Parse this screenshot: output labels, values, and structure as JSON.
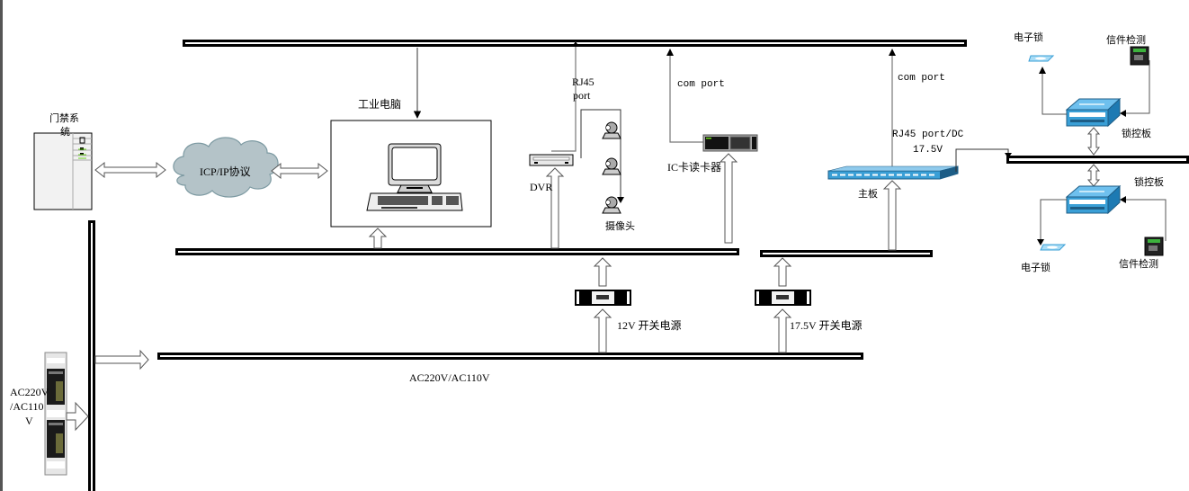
{
  "diagram": {
    "title": "门禁系统网络与供电连接示意图",
    "colors": {
      "bus": "#000000",
      "connector": "#808080",
      "cloud_fill": "#b4c3c8",
      "board_blue": "#3a9fd6",
      "board_dark": "#1d5d86"
    },
    "nodes": {
      "access_system": {
        "label": "门禁系统",
        "icon": "server-rack-icon"
      },
      "cloud": {
        "label": "ICP/IP协议",
        "icon": "cloud-icon"
      },
      "pc": {
        "label": "工业电脑",
        "icon": "desktop-computer-icon"
      },
      "dvr": {
        "label": "DVR",
        "icon": "dvr-icon",
        "port_label_line1": "RJ45",
        "port_label_line2": "port"
      },
      "cameras": {
        "label": "摄像头",
        "icon": "camera-icon",
        "count": 3
      },
      "card_reader": {
        "label": "IC卡读卡器",
        "icon": "card-reader-icon",
        "port_label": "com port"
      },
      "main_board": {
        "label": "主板",
        "icon": "main-board-icon",
        "port_label": "com port",
        "power_label_line1": "RJ45 port/DC",
        "power_label_line2": "17.5V"
      },
      "lock_board_top": {
        "label": "锁控板",
        "icon": "lock-board-icon"
      },
      "lock_board_bottom": {
        "label": "锁控板",
        "icon": "lock-board-icon"
      },
      "elock_top": {
        "label": "电子锁",
        "icon": "electronic-lock-icon"
      },
      "elock_bottom": {
        "label": "电子锁",
        "icon": "electronic-lock-icon"
      },
      "mail_detect_top": {
        "label": "信件检测",
        "icon": "mail-sensor-icon"
      },
      "mail_detect_bottom": {
        "label": "信件检测",
        "icon": "mail-sensor-icon"
      },
      "psu_12v": {
        "label": "12V 开关电源",
        "icon": "power-supply-icon"
      },
      "psu_175v": {
        "label": "17.5V 开关电源",
        "icon": "power-supply-icon"
      },
      "ac_source": {
        "label_line1": "AC220V",
        "label_line2": "/AC110",
        "label_line3": "V",
        "icon": "ac-power-rack-icon"
      }
    },
    "buses": {
      "ac_bus_label": "AC220V/AC110V"
    }
  }
}
